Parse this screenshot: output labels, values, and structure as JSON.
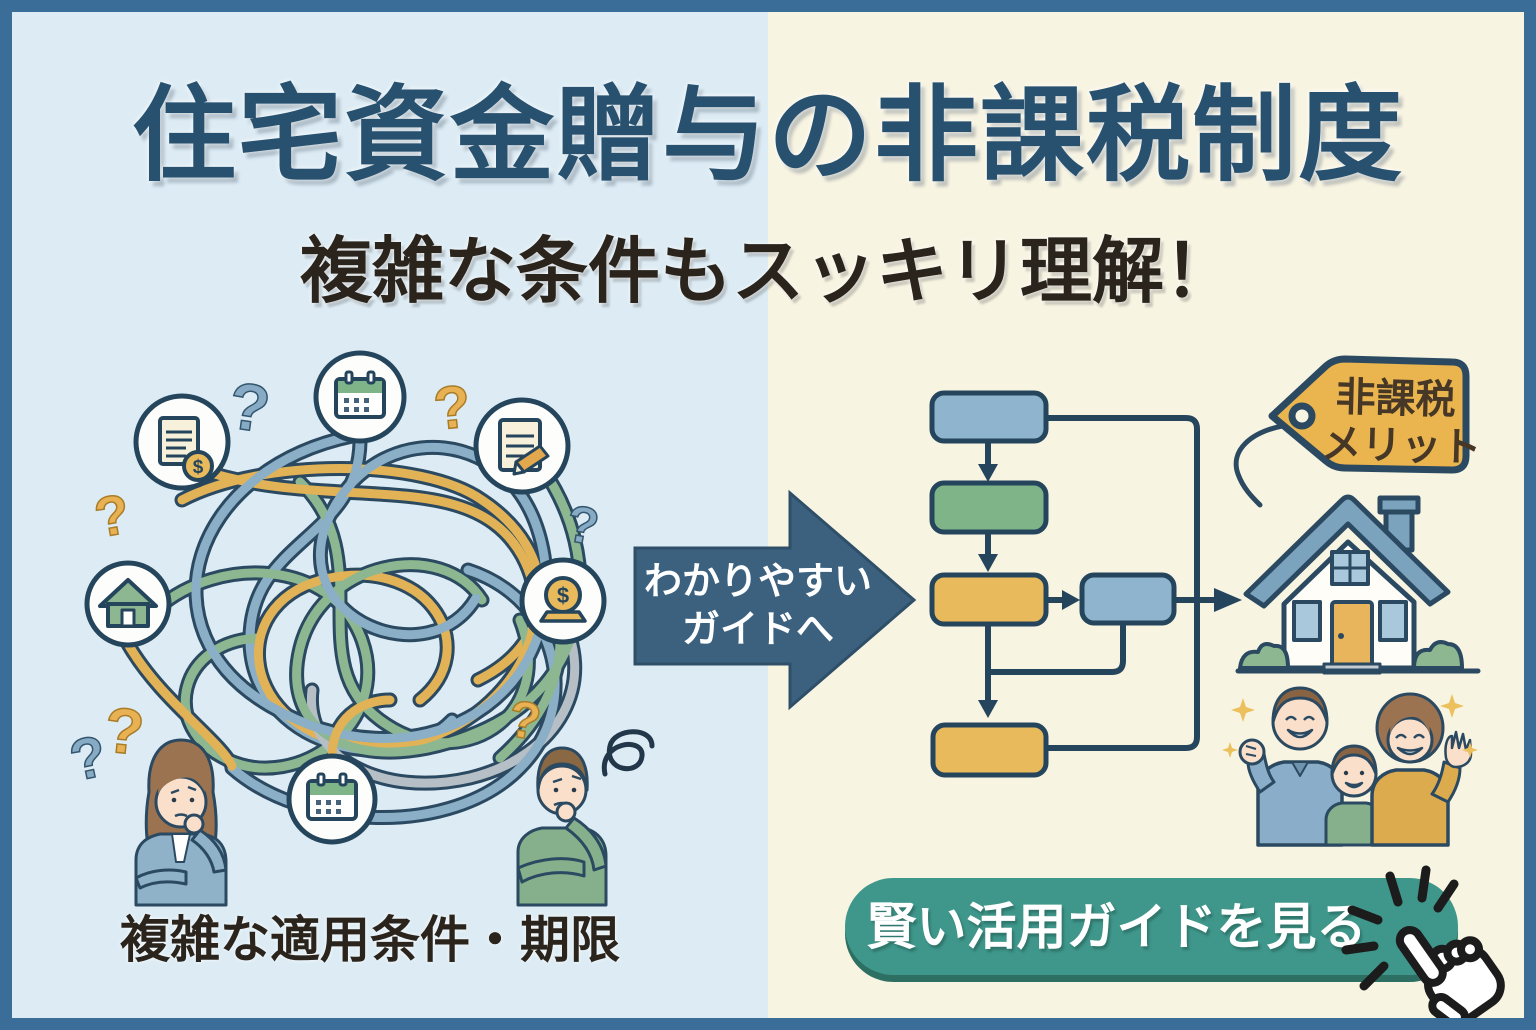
{
  "header": {
    "title": "住宅資金贈与の非課税制度",
    "subtitle": "複雑な条件もスッキリ理解！"
  },
  "left_panel": {
    "caption": "複雑な適用条件・期限",
    "icon_names": [
      "document-with-coin-icon",
      "calendar-icon",
      "document-with-pencil-icon",
      "house-icon",
      "money-coin-icon",
      "calendar-icon"
    ]
  },
  "transition_arrow": {
    "line1": "わかりやすい",
    "line2": "ガイドへ"
  },
  "right_panel": {
    "tag": {
      "line1": "非課税",
      "line2": "メリット"
    },
    "cta_button": {
      "label": "賢い活用ガイドを見る"
    }
  },
  "glyphs": {
    "question_mark": "?",
    "dollar": "$"
  },
  "colors": {
    "border": "#3a6d98",
    "left_bg": "#dcebf4",
    "right_bg": "#f8f4e2",
    "title": "#27516f",
    "text_dark": "#2b241c",
    "navy_outline": "#24455c",
    "box_blue": "#8fb4cd",
    "box_green": "#7eb488",
    "box_orange": "#e9ba5c",
    "tag_orange": "#eab54e",
    "button_teal": "#3f968a",
    "rope_blue": "#8aafc7",
    "rope_green": "#8cb790",
    "rope_orange": "#e2b257"
  }
}
